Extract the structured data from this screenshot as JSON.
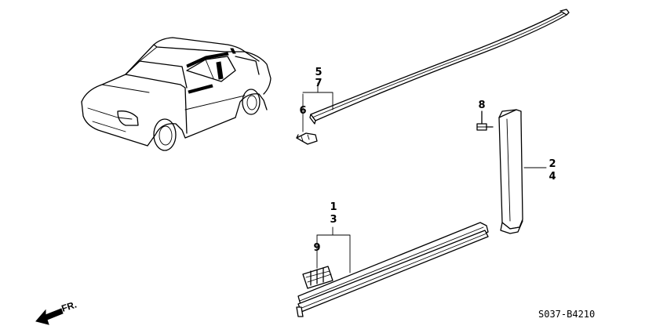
{
  "diagram": {
    "callouts": {
      "c1": "1",
      "c2": "2",
      "c3": "3",
      "c4": "4",
      "c5": "5",
      "c6": "6",
      "c7": "7",
      "c8": "8",
      "c9": "9"
    },
    "front_label": "FR.",
    "part_code": "S037-B4210"
  }
}
